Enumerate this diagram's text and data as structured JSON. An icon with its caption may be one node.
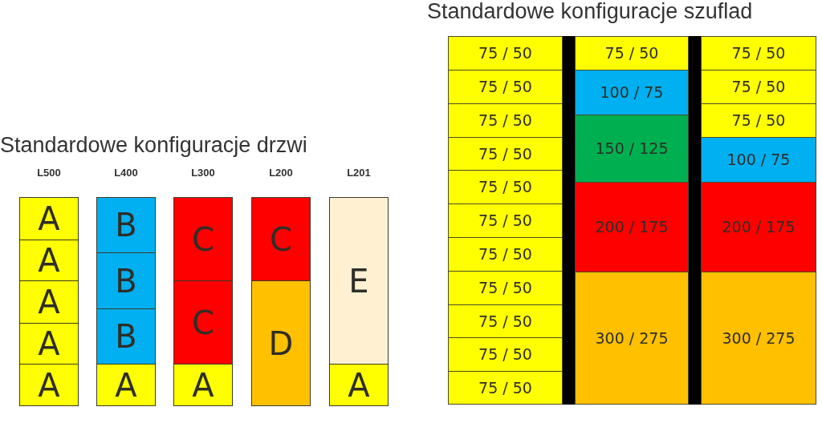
{
  "diagram": {
    "nodes": [
      {
        "text": [
          "L500"
        ]
      },
      {
        "text": [
          "A"
        ],
        "in": 0
      },
      {
        "text": [
          "A"
        ],
        "in": 0
      },
      {
        "text": [
          "A"
        ],
        "in": 0
      },
      {
        "text": [
          "A"
        ],
        "in": 0
      },
      {
        "text": [
          "A"
        ],
        "in": 0
      },
      {
        "text": [
          "L400"
        ]
      },
      {
        "text": [
          "B"
        ],
        "in": 6
      },
      {
        "text": [
          "B"
        ],
        "in": 6
      },
      {
        "text": [
          "B"
        ],
        "in": 6
      },
      {
        "text": [
          "A"
        ],
        "in": 6
      },
      {
        "text": [
          "L300"
        ]
      },
      {
        "text": [
          "C"
        ],
        "in": 11
      },
      {
        "text": [
          "C"
        ],
        "in": 11
      },
      {
        "text": [
          "A"
        ],
        "in": 11
      },
      {
        "text": [
          "L200"
        ]
      },
      {
        "text": [
          "C"
        ],
        "in": 15
      },
      {
        "text": [
          "D"
        ],
        "in": 15
      },
      {
        "text": [
          "L201"
        ]
      },
      {
        "text": [
          "E"
        ],
        "in": 18
      },
      {
        "text": [
          "A"
        ],
        "in": 18
      },
      {
        "text": [],
        "shape": "box"
      },
      {
        "text": [
          "75 / 50"
        ],
        "in": 21
      },
      {
        "text": [
          "75 / 50"
        ],
        "in": 21
      },
      {
        "text": [
          "75 / 50"
        ],
        "in": 21
      },
      {
        "text": [
          "75 / 50"
        ],
        "in": 21
      },
      {
        "text": [
          "75 / 50"
        ],
        "in": 21
      },
      {
        "text": [
          "75 / 50"
        ],
        "in": 21
      },
      {
        "text": [
          "75 / 50"
        ],
        "in": 21
      },
      {
        "text": [
          "75 / 50"
        ],
        "in": 21
      },
      {
        "text": [
          "75 / 50"
        ],
        "in": 21
      },
      {
        "text": [
          "75 / 50"
        ],
        "in": 21
      },
      {
        "text": [
          "75 / 50"
        ],
        "in": 21
      },
      {
        "text": [
          "75 / 50"
        ],
        "in": 21
      },
      {
        "text": [
          "100 / 75"
        ],
        "in": 21
      },
      {
        "text": [
          "150 / 125"
        ],
        "in": 21
      },
      {
        "text": [
          "200 / 175"
        ],
        "in": 21
      },
      {
        "text": [
          "300 / 275"
        ],
        "in": 21
      },
      {
        "text": [
          "75 / 50"
        ],
        "in": 21
      },
      {
        "text": [
          "75 / 50"
        ],
        "in": 21
      },
      {
        "text": [
          "75 / 50"
        ],
        "in": 21
      },
      {
        "text": [
          "100 / 75"
        ],
        "in": 21
      },
      {
        "text": [
          "200 / 175"
        ],
        "in": 21
      },
      {
        "text": [
          "300 / 275"
        ],
        "in": 21
      }
    ],
    "labels": [
      "Standardowe konfiguracje drzwi",
      "Standardowe konfiguracje szuflad"
    ]
  }
}
